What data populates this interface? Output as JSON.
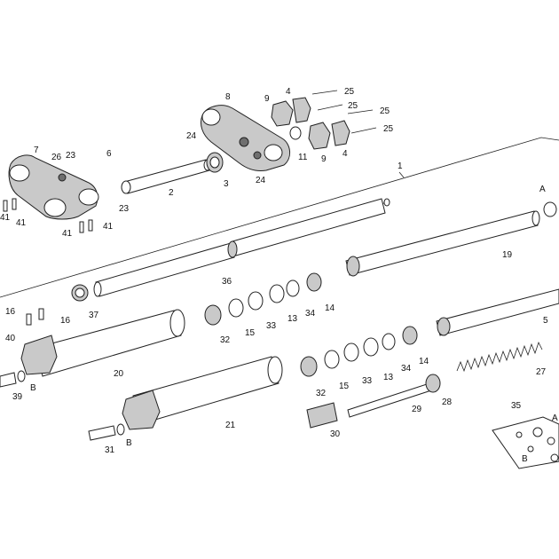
{
  "labels": {
    "l1": "1",
    "l2": "2",
    "l3": "3",
    "l4a": "4",
    "l4b": "4",
    "l5": "5",
    "l6": "6",
    "l7": "7",
    "l8": "8",
    "l9a": "9",
    "l9b": "9",
    "l11": "11",
    "l13a": "13",
    "l13b": "13",
    "l14a": "14",
    "l14b": "14",
    "l15a": "15",
    "l15b": "15",
    "l16a": "16",
    "l16b": "16",
    "l19": "19",
    "l20": "20",
    "l21": "21",
    "l23a": "23",
    "l23b": "23",
    "l24a": "24",
    "l24b": "24",
    "l25a": "25",
    "l25b": "25",
    "l25c": "25",
    "l25d": "25",
    "l26": "26",
    "l27": "27",
    "l28": "28",
    "l29": "29",
    "l30": "30",
    "l31": "31",
    "l32a": "32",
    "l32b": "32",
    "l33a": "33",
    "l33b": "33",
    "l34a": "34",
    "l34b": "34",
    "l35": "35",
    "l36": "36",
    "l37": "37",
    "l39": "39",
    "l40": "40",
    "l41a": "41",
    "l41b": "41",
    "l41c": "41",
    "lA1": "A",
    "lA2": "A",
    "lB1": "B",
    "lB2": "B",
    "lB3": "B"
  }
}
